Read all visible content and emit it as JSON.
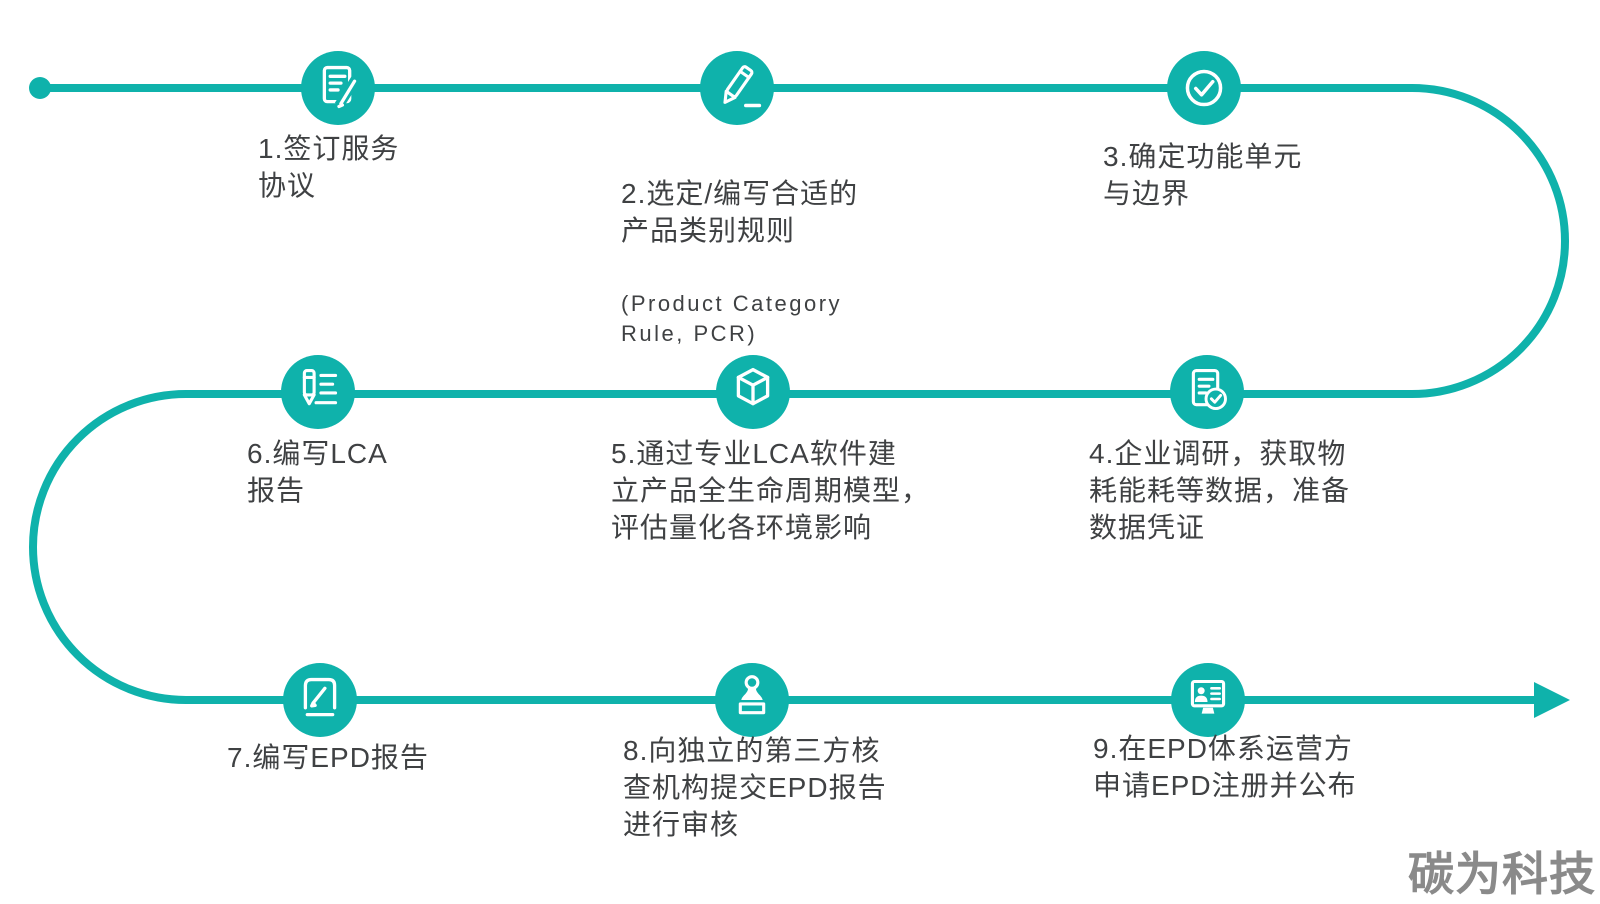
{
  "colors": {
    "accent": "#0fb2ab",
    "text": "#3f4143",
    "logo": "#8a8a8a"
  },
  "steps": [
    {
      "num": "1",
      "icon": "contract-document-icon",
      "title": "1.签订服务\n协议"
    },
    {
      "num": "2",
      "icon": "pencil-icon",
      "title": "2.选定/编写合适的\n产品类别规则",
      "subtitle": " (Product Category\nRule, PCR)"
    },
    {
      "num": "3",
      "icon": "check-circle-icon",
      "title": "3.确定功能单元\n与边界"
    },
    {
      "num": "4",
      "icon": "document-check-icon",
      "title": "4.企业调研，获取物\n耗能耗等数据，准备\n数据凭证"
    },
    {
      "num": "5",
      "icon": "cube-icon",
      "title": "5.通过专业LCA软件建\n立产品全生命周期模型，\n评估量化各环境影响"
    },
    {
      "num": "6",
      "icon": "pen-list-icon",
      "title": "6.编写LCA\n报告"
    },
    {
      "num": "7",
      "icon": "notebook-pencil-icon",
      "title": "7.编写EPD报告"
    },
    {
      "num": "8",
      "icon": "stamp-icon",
      "title": "8.向独立的第三方核\n查机构提交EPD报告\n进行审核"
    },
    {
      "num": "9",
      "icon": "monitor-id-icon",
      "title": "9.在EPD体系运营方\n申请EPD注册并公布"
    }
  ],
  "logo": {
    "text": "碳为科技"
  }
}
